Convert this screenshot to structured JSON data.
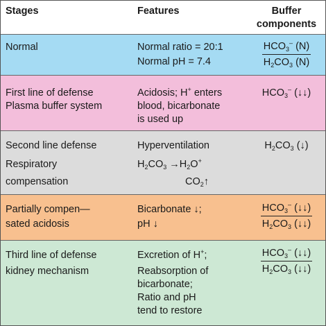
{
  "header": {
    "stages": "Stages",
    "features": "Features",
    "buffer_line1": "Buffer",
    "buffer_line2": "components"
  },
  "rows": [
    {
      "color": "#a5dbf3",
      "stage": [
        "Normal"
      ],
      "features": [
        "Normal ratio = 20:1",
        "Normal pH = 7.4"
      ],
      "buffer": {
        "type": "ratio",
        "num": "(N)",
        "den": "(N)"
      }
    },
    {
      "color": "#f3bedb",
      "stage": [
        "First line of defense",
        "Plasma buffer system"
      ],
      "features": [
        "Acidosis; H",
        "enters",
        "blood, bicarbonate",
        "is used up"
      ],
      "buffer": {
        "type": "single",
        "value": "(↓↓)"
      }
    },
    {
      "color": "#dcdcdc",
      "stage": [
        "Second line defense",
        "Respiratory",
        "compensation"
      ],
      "features": [
        "Hyperventilation",
        "→H",
        "CO",
        "↑"
      ],
      "buffer": {
        "type": "single",
        "value": "(↓)"
      }
    },
    {
      "color": "#f8c08f",
      "stage": [
        "Partially compen—",
        "sated acidosis"
      ],
      "features": [
        "Bicarbonate ↓;",
        "pH ↓"
      ],
      "buffer": {
        "type": "ratio",
        "num": "(↓↓)",
        "den": "(↓↓)"
      }
    },
    {
      "color": "#cde8d4",
      "stage": [
        "Third line of defense",
        "kidney mechanism"
      ],
      "features": [
        "Excretion of H",
        ";",
        "Reabsorption of",
        "bicarbonate;",
        "Ratio and pH",
        "tend to restore"
      ],
      "buffer": {
        "type": "ratio",
        "num": "(↓↓)",
        "den": "(↓↓)"
      }
    }
  ],
  "chem": {
    "hco": "HCO",
    "h2co": "H",
    "co": "CO",
    "sub2": "2",
    "sub3": "3",
    "minus": "–",
    "plus": "+"
  },
  "colors": {
    "header_bg": "#ffffff",
    "normal": "#a5dbf3",
    "first_line": "#f3bedb",
    "second_line": "#dcdcdc",
    "partial": "#f8c08f",
    "third_line": "#cde8d4",
    "border": "#555555"
  }
}
